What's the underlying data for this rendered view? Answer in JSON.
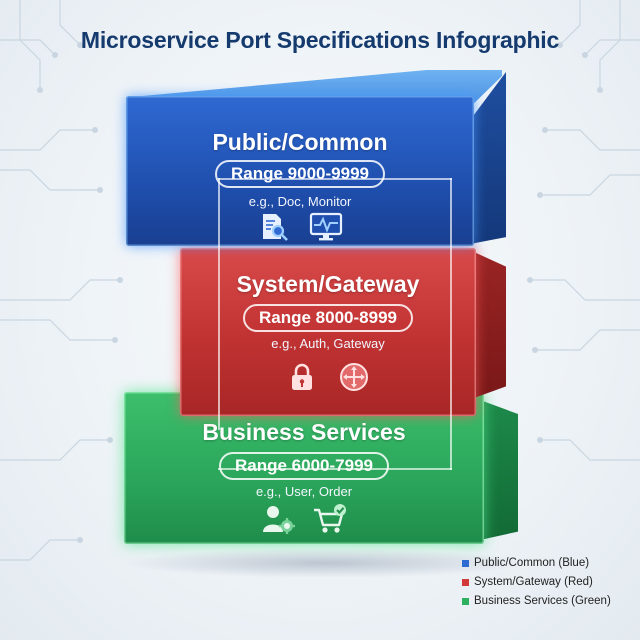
{
  "title": "Microservice Port Specifications Infographic",
  "colors": {
    "public": "#2f69d2",
    "system": "#d23a3a",
    "business": "#2fb05f",
    "title": "#153a6e"
  },
  "blocks": {
    "public": {
      "label": "Public/Common",
      "range": "Range 9000-9999",
      "examples": "e.g., Doc, Monitor",
      "icons": [
        "document-search-icon",
        "monitor-pulse-icon"
      ]
    },
    "system": {
      "label": "System/Gateway",
      "range": "Range 8000-8999",
      "examples": "e.g., Auth, Gateway",
      "icons": [
        "lock-icon",
        "gateway-router-icon"
      ]
    },
    "business": {
      "label": "Business Services",
      "range": "Range 6000-7999",
      "examples": "e.g., User, Order",
      "icons": [
        "user-gear-icon",
        "cart-check-icon"
      ]
    }
  },
  "legend": [
    {
      "label": "Public/Common (Blue)",
      "color": "#2f69d2"
    },
    {
      "label": "System/Gateway (Red)",
      "color": "#d23a3a"
    },
    {
      "label": "Business Services (Green)",
      "color": "#2fb05f"
    }
  ]
}
